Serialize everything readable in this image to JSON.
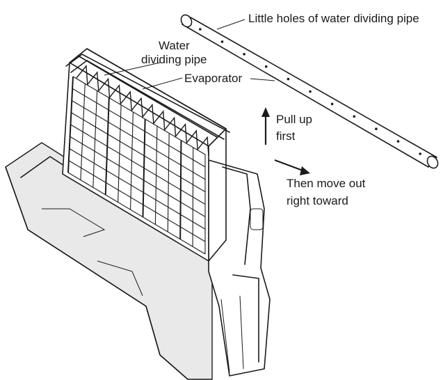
{
  "labels": {
    "holes": "Little holes of water dividing pipe",
    "pipe_line1": "Water",
    "pipe_line2": "dividing pipe",
    "evaporator": "Evaporator",
    "pull_line1": "Pull up",
    "pull_line2": "first",
    "move_line1": "Then move out",
    "move_line2": "right toward"
  },
  "colors": {
    "ink": "#1a1a1a",
    "paper": "#ffffff"
  }
}
